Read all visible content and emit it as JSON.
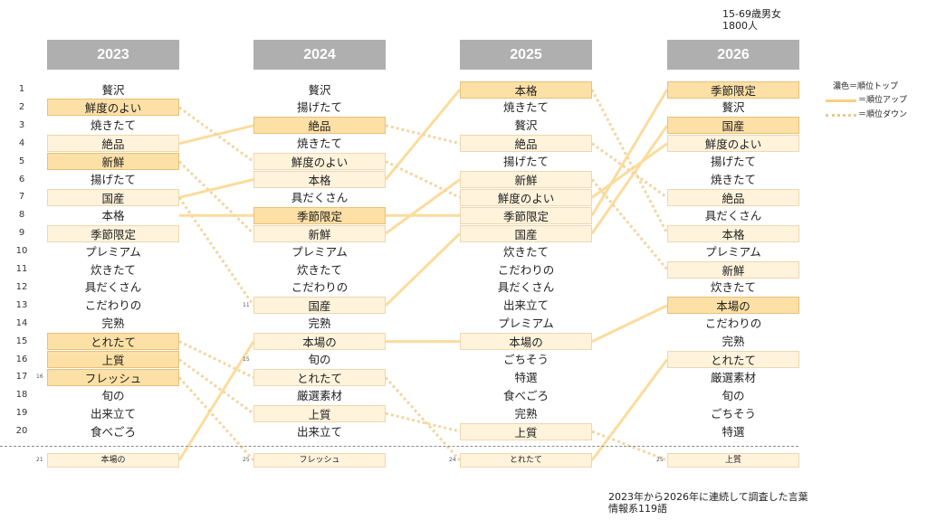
{
  "header_note": [
    "15-69歳男女",
    "1800人"
  ],
  "footer_note": [
    "2023年から2026年に連続して調査した言葉",
    "情報系119語"
  ],
  "legend": {
    "top": "濃色＝順位トップ",
    "up": "＝順位アップ",
    "down": "＝順位ダウン"
  },
  "colors": {
    "top": "#fde0a6",
    "change": "#fff3dc",
    "up_line": "#fbdc9c",
    "down_line": "#f3d6a2"
  },
  "ranks": [
    "1",
    "2",
    "3",
    "4",
    "5",
    "6",
    "7",
    "8",
    "9",
    "10",
    "11",
    "12",
    "13",
    "14",
    "15",
    "16",
    "17",
    "18",
    "19",
    "20"
  ],
  "years": [
    {
      "year": "2023",
      "words": [
        "贅沢",
        "鮮度のよい",
        "焼きたて",
        "絶品",
        "新鮮",
        "揚げたて",
        "国産",
        "本格",
        "季節限定",
        "プレミアム",
        "炊きたて",
        "具だくさん",
        "こだわりの",
        "完熟",
        "とれたて",
        "上質",
        "フレッシュ",
        "旬の",
        "出来立て",
        "食べごろ"
      ],
      "styles": [
        "",
        "dark",
        "",
        "light",
        "dark",
        "",
        "light",
        "",
        "light",
        "",
        "",
        "",
        "",
        "",
        "dark",
        "dark",
        "dark",
        "",
        "",
        ""
      ],
      "extra": {
        "rank": "21",
        "word": "本場の"
      },
      "side_rank": {
        "index": 16,
        "label": "16"
      }
    },
    {
      "year": "2024",
      "words": [
        "贅沢",
        "揚げたて",
        "絶品",
        "焼きたて",
        "鮮度のよい",
        "本格",
        "具だくさん",
        "季節限定",
        "新鮮",
        "プレミアム",
        "炊きたて",
        "こだわりの",
        "国産",
        "完熟",
        "本場の",
        "旬の",
        "とれたて",
        "厳選素材",
        "上質",
        "出来立て"
      ],
      "styles": [
        "",
        "",
        "dark",
        "",
        "light",
        "light",
        "",
        "dark",
        "light",
        "",
        "",
        "",
        "light",
        "",
        "light",
        "",
        "light",
        "",
        "light",
        ""
      ],
      "extra": {
        "rank": "25",
        "word": "フレッシュ"
      },
      "side_rank_a": {
        "index": 12,
        "label": "11"
      },
      "side_rank_b": {
        "index": 15,
        "label": "15"
      }
    },
    {
      "year": "2025",
      "words": [
        "本格",
        "焼きたて",
        "贅沢",
        "絶品",
        "揚げたて",
        "新鮮",
        "鮮度のよい",
        "季節限定",
        "国産",
        "炊きたて",
        "こだわりの",
        "具だくさん",
        "出来立て",
        "プレミアム",
        "本場の",
        "ごちそう",
        "特選",
        "食べごろ",
        "完熟",
        "上質"
      ],
      "styles": [
        "dark",
        "",
        "",
        "light",
        "",
        "light",
        "light",
        "light",
        "light",
        "",
        "",
        "",
        "",
        "",
        "light",
        "",
        "",
        "",
        "",
        "light"
      ],
      "extra": {
        "rank": "24",
        "word": "とれたて"
      }
    },
    {
      "year": "2026",
      "words": [
        "季節限定",
        "贅沢",
        "国産",
        "鮮度のよい",
        "揚げたて",
        "焼きたて",
        "絶品",
        "具だくさん",
        "本格",
        "プレミアム",
        "新鮮",
        "炊きたて",
        "本場の",
        "こだわりの",
        "完熟",
        "とれたて",
        "厳選素材",
        "旬の",
        "ごちそう",
        "特選"
      ],
      "styles": [
        "dark",
        "",
        "dark",
        "light",
        "",
        "",
        "light",
        "",
        "light",
        "",
        "light",
        "",
        "dark",
        "",
        "",
        "light",
        "",
        "",
        "",
        ""
      ],
      "extra": {
        "rank": "25",
        "word": "上質"
      }
    }
  ],
  "connections": [
    {
      "from": [
        0,
        4
      ],
      "to": [
        1,
        3
      ],
      "kind": "up"
    },
    {
      "from": [
        0,
        7
      ],
      "to": [
        1,
        6
      ],
      "kind": "up"
    },
    {
      "from": [
        0,
        8
      ],
      "to": [
        1,
        8
      ],
      "kind": "up"
    },
    {
      "from": [
        0,
        21
      ],
      "to": [
        1,
        15
      ],
      "kind": "up"
    },
    {
      "from": [
        0,
        2
      ],
      "to": [
        1,
        5
      ],
      "kind": "down"
    },
    {
      "from": [
        0,
        5
      ],
      "to": [
        1,
        9
      ],
      "kind": "down"
    },
    {
      "from": [
        0,
        7
      ],
      "to": [
        1,
        13
      ],
      "kind": "down"
    },
    {
      "from": [
        0,
        15
      ],
      "to": [
        1,
        17
      ],
      "kind": "down"
    },
    {
      "from": [
        0,
        16
      ],
      "to": [
        1,
        19
      ],
      "kind": "down"
    },
    {
      "from": [
        0,
        17
      ],
      "to": [
        1,
        21
      ],
      "kind": "down"
    },
    {
      "from": [
        1,
        6
      ],
      "to": [
        2,
        1
      ],
      "kind": "up"
    },
    {
      "from": [
        1,
        8
      ],
      "to": [
        2,
        8
      ],
      "kind": "up"
    },
    {
      "from": [
        1,
        9
      ],
      "to": [
        2,
        6
      ],
      "kind": "up"
    },
    {
      "from": [
        1,
        13
      ],
      "to": [
        2,
        9
      ],
      "kind": "up"
    },
    {
      "from": [
        1,
        15
      ],
      "to": [
        2,
        15
      ],
      "kind": "up"
    },
    {
      "from": [
        1,
        3
      ],
      "to": [
        2,
        4
      ],
      "kind": "down"
    },
    {
      "from": [
        1,
        5
      ],
      "to": [
        2,
        7
      ],
      "kind": "down"
    },
    {
      "from": [
        1,
        17
      ],
      "to": [
        2,
        21
      ],
      "kind": "down"
    },
    {
      "from": [
        1,
        19
      ],
      "to": [
        2,
        20
      ],
      "kind": "down"
    },
    {
      "from": [
        2,
        8
      ],
      "to": [
        3,
        1
      ],
      "kind": "up"
    },
    {
      "from": [
        2,
        9
      ],
      "to": [
        3,
        3
      ],
      "kind": "up"
    },
    {
      "from": [
        2,
        7
      ],
      "to": [
        3,
        4
      ],
      "kind": "up"
    },
    {
      "from": [
        2,
        15
      ],
      "to": [
        3,
        13
      ],
      "kind": "up"
    },
    {
      "from": [
        2,
        21
      ],
      "to": [
        3,
        16
      ],
      "kind": "up"
    },
    {
      "from": [
        2,
        1
      ],
      "to": [
        3,
        9
      ],
      "kind": "down"
    },
    {
      "from": [
        2,
        4
      ],
      "to": [
        3,
        7
      ],
      "kind": "down"
    },
    {
      "from": [
        2,
        6
      ],
      "to": [
        3,
        11
      ],
      "kind": "down"
    },
    {
      "from": [
        2,
        20
      ],
      "to": [
        3,
        21
      ],
      "kind": "down"
    }
  ]
}
